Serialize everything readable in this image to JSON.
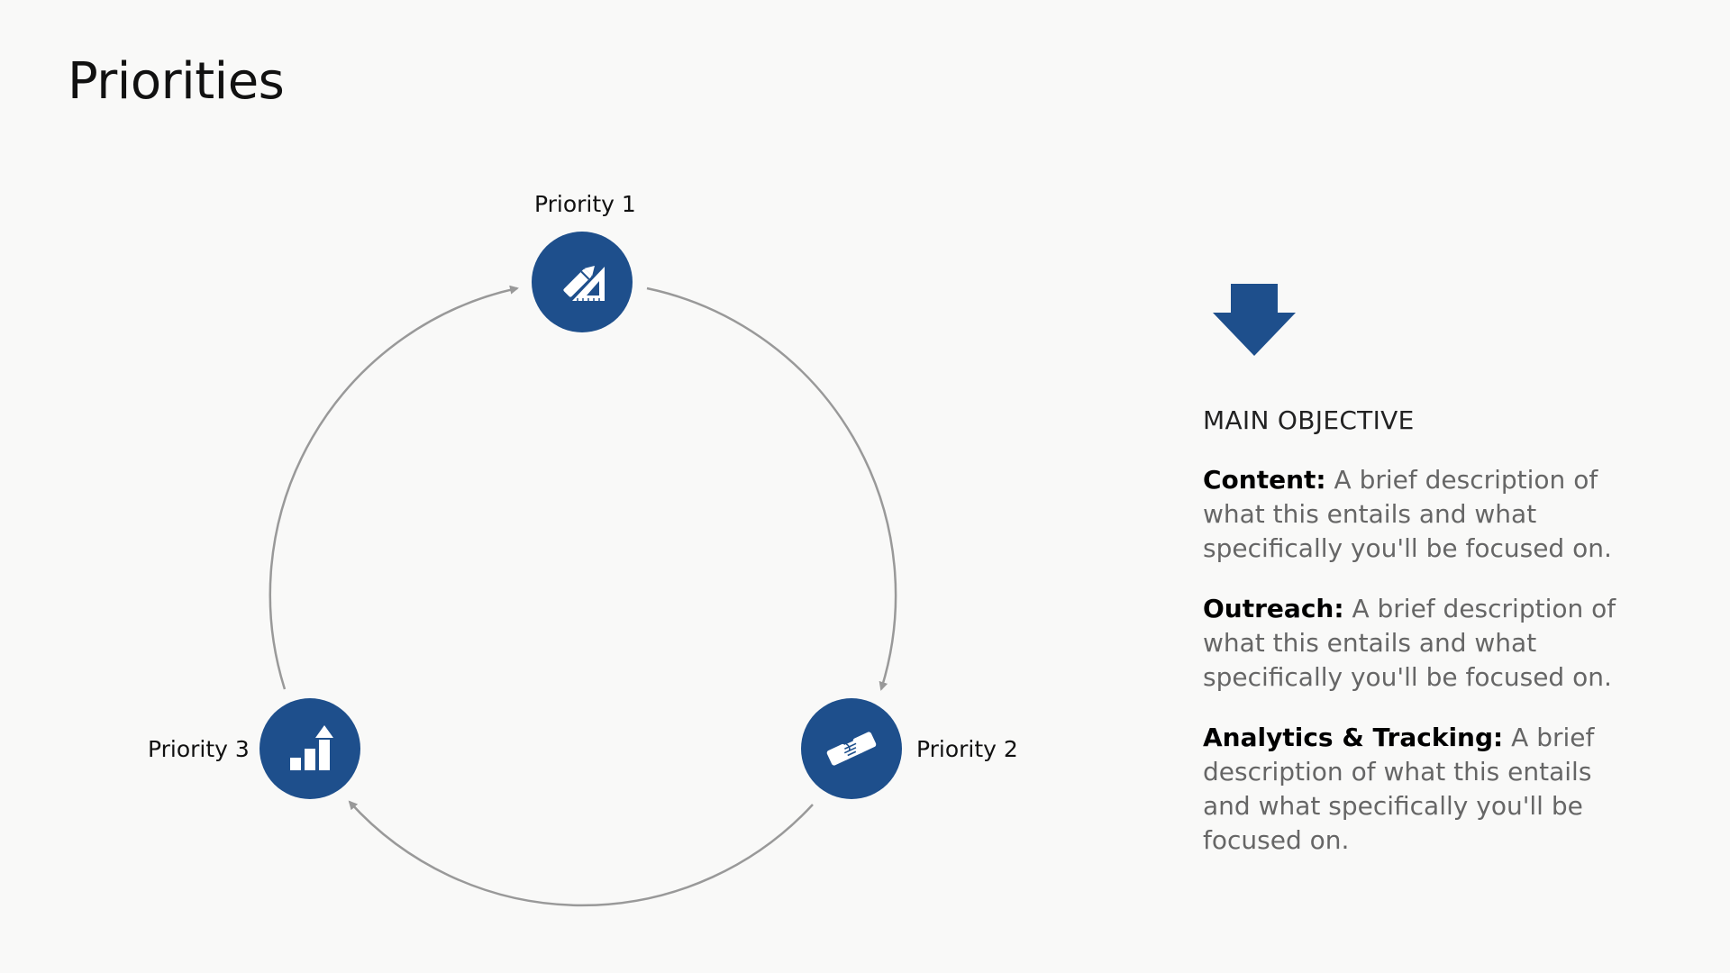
{
  "title": "Priorities",
  "nodes": [
    {
      "label": "Priority 1",
      "icon": "pencil-ruler-icon"
    },
    {
      "label": "Priority 2",
      "icon": "handshake-icon"
    },
    {
      "label": "Priority 3",
      "icon": "bar-chart-up-icon"
    }
  ],
  "objective": {
    "heading": "MAIN OBJECTIVE",
    "arrow_icon": "down-arrow-icon",
    "items": [
      {
        "term": "Content:",
        "text": " A brief description of what this entails and what specifically you'll be focused on."
      },
      {
        "term": "Outreach:",
        "text": " A brief description of what this entails and what specifically you'll be focused on."
      },
      {
        "term": "Analytics & Tracking:",
        "text": " A brief description of what this entails and what specifically you'll be focused on."
      }
    ]
  },
  "colors": {
    "accent": "#1e4f8c",
    "arrow": "#999999",
    "background": "#f9f9f8"
  }
}
